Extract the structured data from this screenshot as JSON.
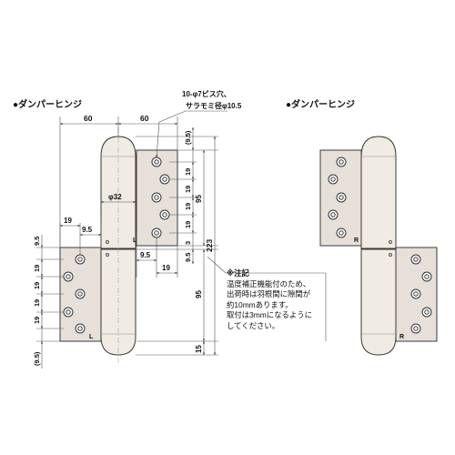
{
  "titles": {
    "left": "●ダンパーヒンジ",
    "right": "●ダンパーヒンジ"
  },
  "callout": {
    "line1": "10-φ7ビス穴、",
    "line2": "サラモミ径φ10.5"
  },
  "dimensions": {
    "top_left_width": "60",
    "top_right_width": "60",
    "pin_diameter": "φ32",
    "overall_height": "223",
    "right_upper": [
      "(9.5)",
      "19",
      "19",
      "19",
      "19",
      "3",
      "9.5"
    ],
    "right_lower": [
      "95",
      "15"
    ],
    "right_span_95": "95",
    "upper_bottom": [
      "9.5",
      "19"
    ],
    "left_spacing": [
      "19",
      "9.5"
    ],
    "left_vertical": [
      "9.5",
      "19",
      "19",
      "19",
      "19",
      "(9.5)"
    ]
  },
  "leaf_marks": {
    "upper_left": "L",
    "lower_left": "L",
    "upper_right": "R",
    "lower_right": "R"
  },
  "note": {
    "title": "※注記",
    "lines": [
      "温度補正機能付のため、",
      "出荷時は羽根間に隙間が",
      "約10mmあります。",
      "取付は3mmになるように",
      "してください。"
    ]
  },
  "colors": {
    "leaf_fill": "#e6e0d8",
    "barrel_fill": "#f0ebe3",
    "outline": "#3a3a3a",
    "dimension_line": "#555555"
  }
}
